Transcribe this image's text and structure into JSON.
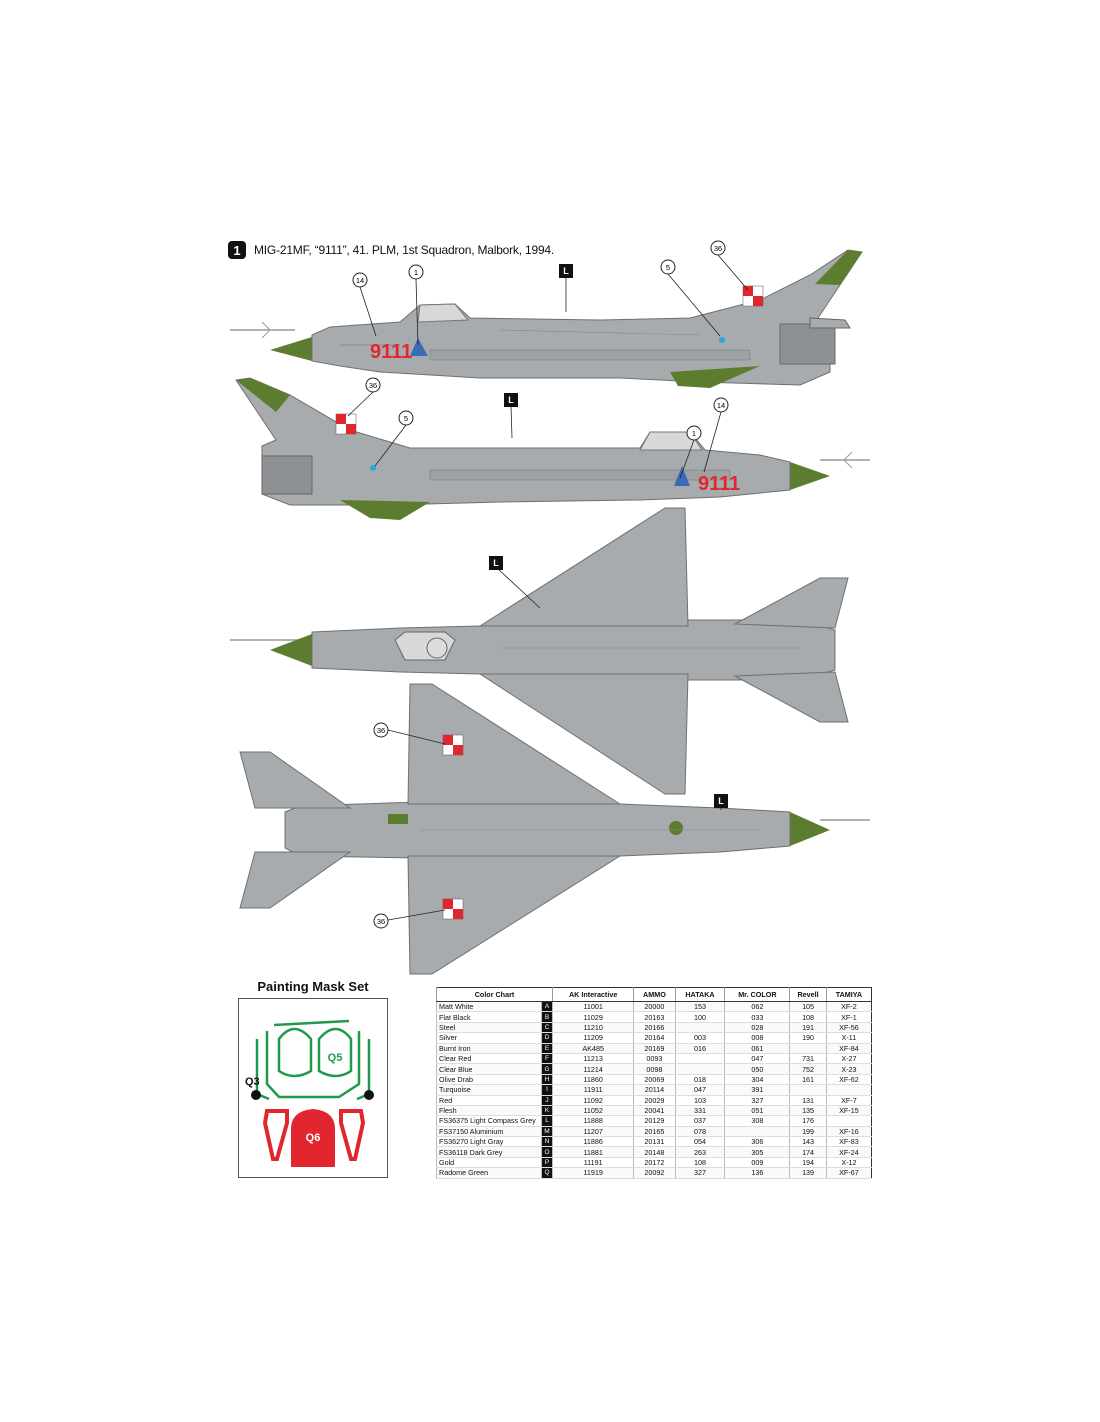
{
  "scheme": {
    "badge": "1",
    "title": "MIG-21MF, “9111”, 41. PLM, 1st Squadron, Malbork, 1994."
  },
  "markings": {
    "serial": "9111",
    "callouts": [
      "1",
      "5",
      "14",
      "36"
    ],
    "camo_code": "L"
  },
  "colors": {
    "body_grey": "#a7abad",
    "radome_green": "#5c7d30",
    "polish_red": "#e0262e",
    "turquoise": "#29a8d8",
    "mask_green": "#1f9a4a",
    "mask_red": "#e2262f"
  },
  "mask": {
    "title": "Painting Mask Set",
    "labels": [
      "Q3",
      "Q5",
      "Q6"
    ]
  },
  "color_chart": {
    "headers": [
      "Color Chart",
      "",
      "AK Interactive",
      "AMMO",
      "HATAKA",
      "Mr. COLOR",
      "Revell",
      "TAMIYA"
    ],
    "rows": [
      [
        "Matt White",
        "A",
        "11001",
        "20000",
        "153",
        "062",
        "105",
        "XF-2"
      ],
      [
        "Flat Black",
        "B",
        "11029",
        "20163",
        "100",
        "033",
        "108",
        "XF-1"
      ],
      [
        "Steel",
        "C",
        "11210",
        "20166",
        "",
        "028",
        "191",
        "XF-56"
      ],
      [
        "Silver",
        "D",
        "11209",
        "20164",
        "003",
        "008",
        "190",
        "X-11"
      ],
      [
        "Burnt Iron",
        "E",
        "AK485",
        "20169",
        "016",
        "061",
        "",
        "XF-84"
      ],
      [
        "Clear Red",
        "F",
        "11213",
        "0093",
        "",
        "047",
        "731",
        "X-27"
      ],
      [
        "Clear Blue",
        "G",
        "11214",
        "0098",
        "",
        "050",
        "752",
        "X-23"
      ],
      [
        "Olive Drab",
        "H",
        "11860",
        "20069",
        "018",
        "304",
        "161",
        "XF-62"
      ],
      [
        "Turquoise",
        "I",
        "11911",
        "20114",
        "047",
        "391",
        "",
        ""
      ],
      [
        "Red",
        "J",
        "11092",
        "20029",
        "103",
        "327",
        "131",
        "XF-7"
      ],
      [
        "Flesh",
        "K",
        "11052",
        "20041",
        "331",
        "051",
        "135",
        "XF-15"
      ],
      [
        "FS36375 Light Compass Grey",
        "L",
        "11888",
        "20129",
        "037",
        "308",
        "176",
        ""
      ],
      [
        "FS37150 Aluminium",
        "M",
        "11207",
        "20165",
        "078",
        "",
        "199",
        "XF-16"
      ],
      [
        "FS36270 Light Gray",
        "N",
        "11886",
        "20131",
        "054",
        "306",
        "143",
        "XF-83"
      ],
      [
        "FS36118 Dark Grey",
        "O",
        "11881",
        "20148",
        "263",
        "305",
        "174",
        "XF-24"
      ],
      [
        "Gold",
        "P",
        "11191",
        "20172",
        "108",
        "009",
        "194",
        "X-12"
      ],
      [
        "Radome Green",
        "Q",
        "11919",
        "20092",
        "327",
        "136",
        "139",
        "XF-67"
      ]
    ]
  }
}
